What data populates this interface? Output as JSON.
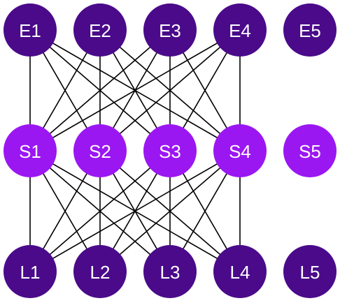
{
  "colors": {
    "dark_node": "#4a0a8a",
    "light_node": "#9b17f2",
    "edge": "#000000",
    "background": "#ffffff"
  },
  "tiers": {
    "top": [
      "E1",
      "E2",
      "E3",
      "E4",
      "E5"
    ],
    "middle": [
      "S1",
      "S2",
      "S3",
      "S4",
      "S5"
    ],
    "bottom": [
      "L1",
      "L2",
      "L3",
      "L4",
      "L5"
    ]
  },
  "edges": [
    [
      "E1",
      "S1"
    ],
    [
      "E1",
      "S2"
    ],
    [
      "E1",
      "S3"
    ],
    [
      "E1",
      "S4"
    ],
    [
      "E2",
      "S1"
    ],
    [
      "E2",
      "S2"
    ],
    [
      "E2",
      "S3"
    ],
    [
      "E2",
      "S4"
    ],
    [
      "E3",
      "S1"
    ],
    [
      "E3",
      "S2"
    ],
    [
      "E3",
      "S3"
    ],
    [
      "E3",
      "S4"
    ],
    [
      "E4",
      "S1"
    ],
    [
      "E4",
      "S2"
    ],
    [
      "E4",
      "S3"
    ],
    [
      "E4",
      "S4"
    ],
    [
      "S1",
      "L1"
    ],
    [
      "S1",
      "L2"
    ],
    [
      "S1",
      "L3"
    ],
    [
      "S1",
      "L4"
    ],
    [
      "S2",
      "L1"
    ],
    [
      "S2",
      "L2"
    ],
    [
      "S2",
      "L3"
    ],
    [
      "S2",
      "L4"
    ],
    [
      "S3",
      "L1"
    ],
    [
      "S3",
      "L2"
    ],
    [
      "S3",
      "L3"
    ],
    [
      "S3",
      "L4"
    ],
    [
      "S4",
      "L1"
    ],
    [
      "S4",
      "L2"
    ],
    [
      "S4",
      "L3"
    ],
    [
      "S4",
      "L4"
    ]
  ]
}
